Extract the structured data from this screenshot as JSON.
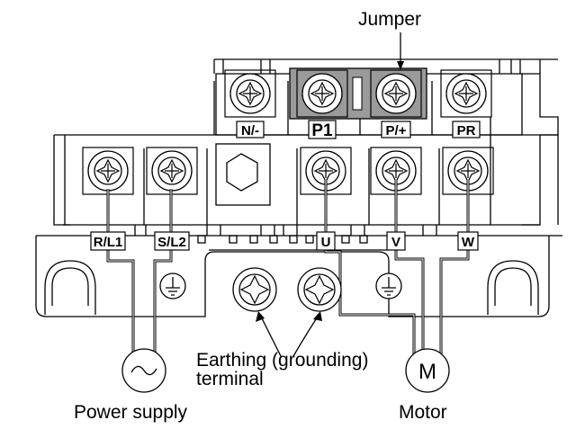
{
  "callouts": {
    "jumper": "Jumper",
    "earthing_line1": "Earthing (grounding)",
    "earthing_line2": "terminal",
    "power_supply": "Power supply",
    "motor": "Motor"
  },
  "terminals": {
    "n_minus": "N/-",
    "p1": "P1",
    "p_plus": "P/+",
    "pr": "PR",
    "r_l1": "R/L1",
    "s_l2": "S/L2",
    "u": "U",
    "v": "V",
    "w": "W"
  },
  "symbols": {
    "motor_letter": "M",
    "ac_source_icon": "ac-sine-icon",
    "ground_icon": "protective-earth-icon"
  },
  "colors": {
    "jumper_fill": "#9a9a9a",
    "line": "#000000"
  }
}
